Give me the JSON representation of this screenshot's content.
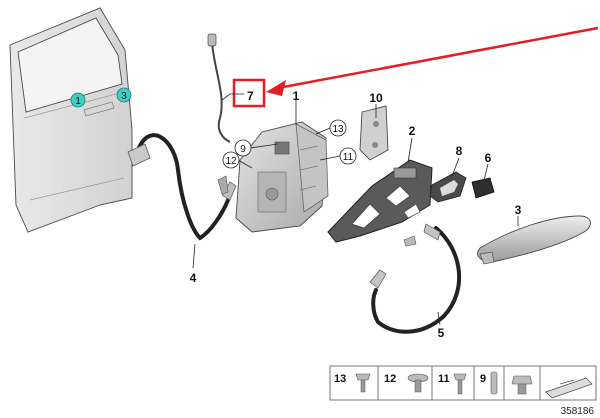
{
  "callouts": {
    "p1": "1",
    "p2": "2",
    "p3": "3",
    "p4": "4",
    "p5": "5",
    "p6": "6",
    "p7": "7",
    "p8": "8",
    "p9": "9",
    "p10": "10",
    "p11": "11",
    "p12": "12",
    "p13": "13"
  },
  "door_markers": {
    "left": "1",
    "right": "3"
  },
  "fastener_table": {
    "cells": [
      "13",
      "12",
      "11",
      "9"
    ]
  },
  "drawing_number": "358186",
  "colors": {
    "highlight_red": "#e31e24",
    "marker_teal": "#3fcfc5",
    "part_gray": "#c8c8c8"
  }
}
